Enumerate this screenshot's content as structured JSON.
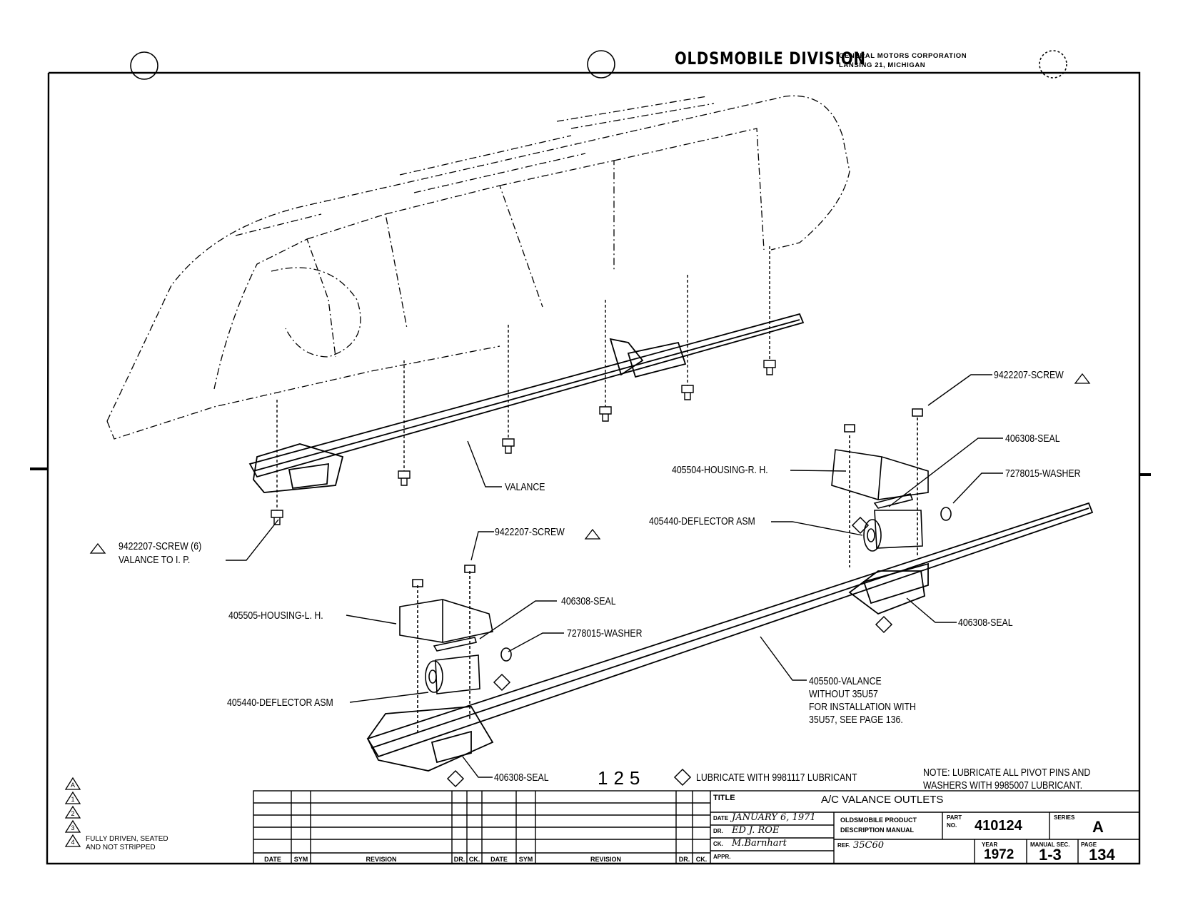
{
  "header": {
    "division": "OLDSMOBILE DIVISION",
    "corp_line1": "GENERAL MOTORS CORPORATION",
    "corp_line2": "LANSING 21, MICHIGAN"
  },
  "callouts": {
    "screw_top_right": "9422207-SCREW",
    "seal_top_right": "406308-SEAL",
    "washer_right": "7278015-WASHER",
    "housing_rh": "405504-HOUSING-R. H.",
    "deflector_right": "405440-DEFLECTOR ASM",
    "valance": "VALANCE",
    "screw_six_line1": "9422207-SCREW (6)",
    "screw_six_line2": "VALANCE TO I. P.",
    "screw_mid": "9422207-SCREW",
    "housing_lh": "405505-HOUSING-L. H.",
    "seal_left_top": "406308-SEAL",
    "washer_left": "7278015-WASHER",
    "deflector_left": "405440-DEFLECTOR ASM",
    "seal_right_bottom": "406308-SEAL",
    "valance_part_line1": "405500-VALANCE",
    "valance_part_line2": "WITHOUT 35U57",
    "valance_part_line3": "FOR INSTALLATION WITH",
    "valance_part_line4": "35U57, SEE PAGE 136.",
    "seal_bottom_left": "406308-SEAL",
    "page_ref": "125",
    "lubricate_note": "LUBRICATE WITH 9981117 LUBRICANT",
    "general_note_line1": "NOTE: LUBRICATE ALL PIVOT PINS AND",
    "general_note_line2": "WASHERS WITH 9985007 LUBRICANT."
  },
  "legend": {
    "symbols": [
      "A",
      "1",
      "2",
      "3",
      "4"
    ],
    "text_line1": "FULLY DRIVEN, SEATED",
    "text_line2": "AND NOT STRIPPED"
  },
  "title_block": {
    "title_label": "TITLE",
    "title": "A/C VALANCE OUTLETS",
    "date_label": "DATE",
    "date": "JANUARY 6, 1971",
    "dr_label": "DR.",
    "drawn_by": "ED J. ROE",
    "ck_label": "CK.",
    "checked_by": "M.Barnhart",
    "appr_label": "APPR.",
    "manual_line1": "OLDSMOBILE PRODUCT",
    "manual_line2": "DESCRIPTION MANUAL",
    "ref_label": "REF.",
    "ref": "35C60",
    "part_label": "PART",
    "no_label": "NO.",
    "part_no": "410124",
    "series_label": "SERIES",
    "series": "A",
    "year_label": "YEAR",
    "year": "1972",
    "manual_sec_label": "MANUAL SEC.",
    "manual_sec": "1-3",
    "page_label": "PAGE",
    "page": "134"
  },
  "revision_columns": [
    "DATE",
    "SYM",
    "REVISION",
    "DR.",
    "CK.",
    "DATE",
    "SYM",
    "REVISION",
    "DR.",
    "CK."
  ]
}
